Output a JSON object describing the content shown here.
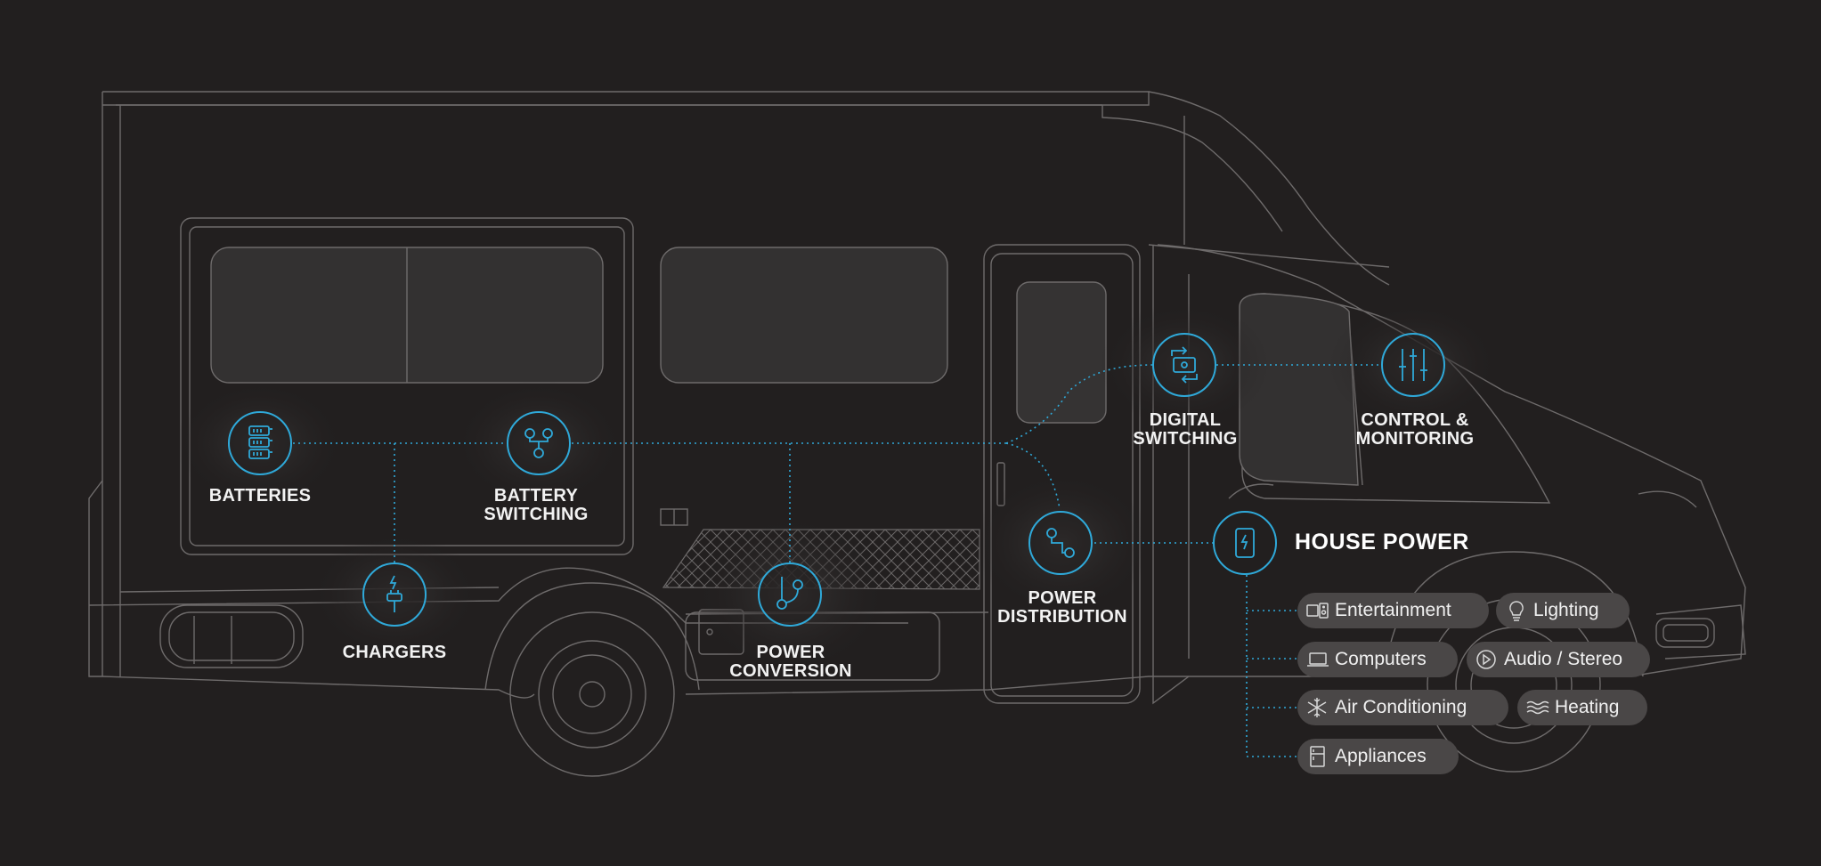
{
  "nodes": {
    "batteries": "BATTERIES",
    "battery_switching": [
      "BATTERY",
      "SWITCHING"
    ],
    "chargers": "CHARGERS",
    "power_conversion": [
      "POWER",
      "CONVERSION"
    ],
    "power_distribution": [
      "POWER",
      "DISTRIBUTION"
    ],
    "digital_switching": [
      "DIGITAL",
      "SWITCHING"
    ],
    "control_monitoring": [
      "CONTROL &",
      "MONITORING"
    ]
  },
  "house_power": "HOUSE POWER",
  "loads": {
    "entertainment": "Entertainment",
    "lighting": "Lighting",
    "computers": "Computers",
    "audio_stereo": "Audio / Stereo",
    "air_conditioning": "Air Conditioning",
    "heating": "Heating",
    "appliances": "Appliances"
  },
  "colors": {
    "accent": "#2fa9d9",
    "background": "#221f1f",
    "pill": "#4a4747",
    "outline": "#6e6b6b"
  }
}
